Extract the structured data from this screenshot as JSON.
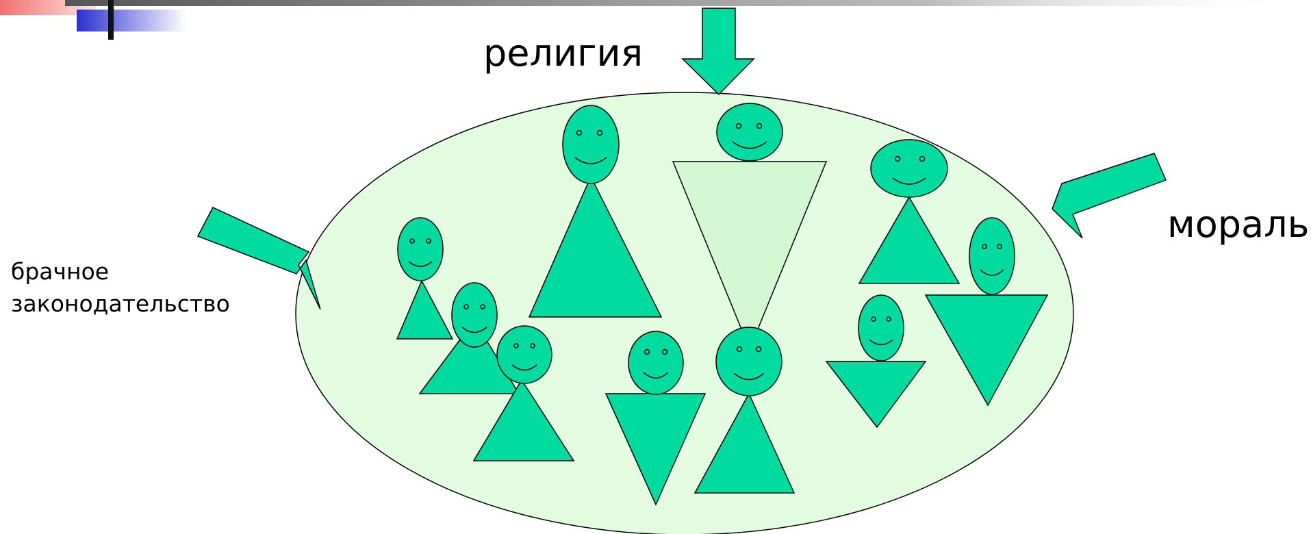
{
  "colors": {
    "figure": "#00DCA0",
    "ellipse_fill": "#E3FBE0",
    "pale_figure": "#D2F7D2",
    "header_blue": "#2B2FD0",
    "header_red": "#F06A6A"
  },
  "labels": {
    "religion": "религия",
    "morality": "мораль",
    "marriage_law_line1": "брачное",
    "marriage_law_line2": "законодательство"
  },
  "icons": {
    "arrow": "block-arrow-icon",
    "person": "smiley-person-icon"
  }
}
